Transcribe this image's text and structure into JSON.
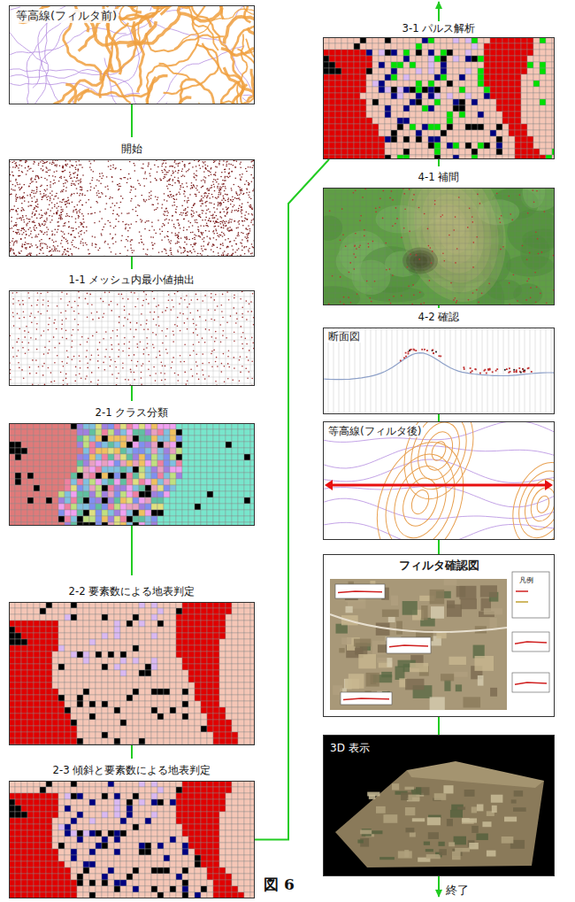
{
  "diagram": {
    "caption": "図 6",
    "nodes": [
      {
        "text": [
          "等高線(フィルタ前)"
        ]
      },
      {
        "text": [
          "開始"
        ]
      },
      {
        "text": [
          "1-1 メッシュ内最小値抽出"
        ]
      },
      {
        "text": [
          "2-1 クラス分類"
        ]
      },
      {
        "text": [
          "2-2 要素数による地表判定"
        ]
      },
      {
        "text": [
          "2-3 傾斜と要素数による地表判定"
        ]
      },
      {
        "text": [
          "3-1 パルス解析"
        ]
      },
      {
        "text": [
          "4-1 補間"
        ]
      },
      {
        "text": [
          "4-2 確認",
          "断面図"
        ]
      },
      {
        "text": [
          "等高線(フィルタ後)"
        ]
      },
      {
        "text": [
          "フィルタ確認図"
        ]
      },
      {
        "text": [
          "3D 表示"
        ]
      }
    ],
    "edges": [
      {
        "from": 0,
        "to": 1,
        "arrow": "none"
      },
      {
        "from": 1,
        "to": 2,
        "arrow": "none"
      },
      {
        "from": 2,
        "to": 3,
        "arrow": "none"
      },
      {
        "from": 3,
        "to": 4,
        "arrow": "none"
      },
      {
        "from": 4,
        "to": 5,
        "arrow": "none"
      },
      {
        "from": 5,
        "to": 6,
        "arrow": "none"
      },
      {
        "from": 6,
        "to": 7,
        "arrow": "none"
      },
      {
        "from": 7,
        "to": 8,
        "arrow": "none"
      },
      {
        "from": 8,
        "to": 9,
        "arrow": "none"
      },
      {
        "from": 9,
        "to": 10,
        "arrow": "none"
      },
      {
        "from": 10,
        "to": 11,
        "arrow": "none"
      }
    ],
    "labels": [
      "凡例",
      "終了"
    ]
  }
}
